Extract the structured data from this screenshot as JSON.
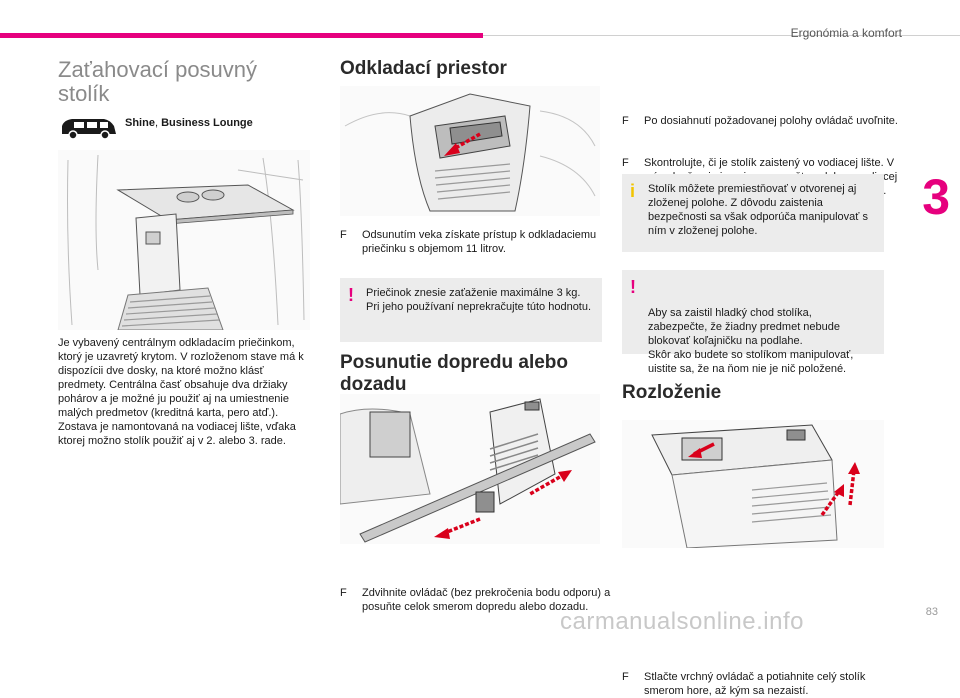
{
  "header": {
    "section": "Ergonómia a komfort",
    "chapter_number": "3",
    "page_number": "83"
  },
  "watermark": "carmanualsonline.info",
  "left": {
    "title": "Zaťahovací posuvný stolík",
    "variant_label_a": "Shine",
    "variant_sep": ", ",
    "variant_label_b": "Business Lounge",
    "paragraph": "Je vybavený centrálnym odkladacím priečinkom, ktorý je uzavretý krytom. V rozloženom stave má k dispozícii dve dosky, na ktoré možno klásť predmety. Centrálna časť obsahuje dva držiaky pohárov a je možné ju použiť aj na umiestnenie malých predmetov (kreditná karta, pero atď.).\nZostava je namontovaná na vodiacej lište, vďaka ktorej možno stolík použiť aj v 2. alebo 3. rade."
  },
  "middle": {
    "heading1": "Odkladací priestor",
    "step1": "Odsunutím veka získate prístup k odkladaciemu priečinku s objemom 11 litrov.",
    "warn1": "Priečinok znesie zaťaženie maximálne 3 kg. Pri jeho používaní neprekračujte túto hodnotu.",
    "heading2": "Posunutie dopredu alebo dozadu",
    "step2": "Zdvihnite ovládač (bez prekročenia bodu odporu) a posuňte celok smerom dopredu alebo dozadu."
  },
  "right": {
    "step3": "Po dosiahnutí požadovanej polohy ovládač uvoľnite.",
    "step4": "Skontrolujte, či je stolík zaistený vo vodiacej lište. V prípade, že nie je, mierne posuňte celok vo vodiacej lište, až pokiaľ nezapadne do najbližšieho zárezu.",
    "info1": "Stolík môžete premiestňovať v otvorenej aj zloženej polohe. Z dôvodu zaistenia bezpečnosti sa však odporúča manipulovať s ním v zloženej polohe.",
    "warn2": "Aby sa zaistil hladký chod stolíka, zabezpečte, že žiadny predmet nebude blokovať koľajničku na podlahe.\nSkôr ako budete so stolíkom manipulovať, uistite sa, že na ňom nie je nič položené.",
    "heading3": "Rozloženie",
    "step5": "Stlačte vrchný ovládač a potiahnite celý stolík smerom hore, až kým sa nezaistí."
  },
  "icons": {
    "bullet": "F",
    "warning": "!",
    "info": "i"
  },
  "colors": {
    "accent": "#e6007e",
    "info": "#f2c400",
    "note_bg": "#ececec",
    "arrow": "#d9001b"
  }
}
